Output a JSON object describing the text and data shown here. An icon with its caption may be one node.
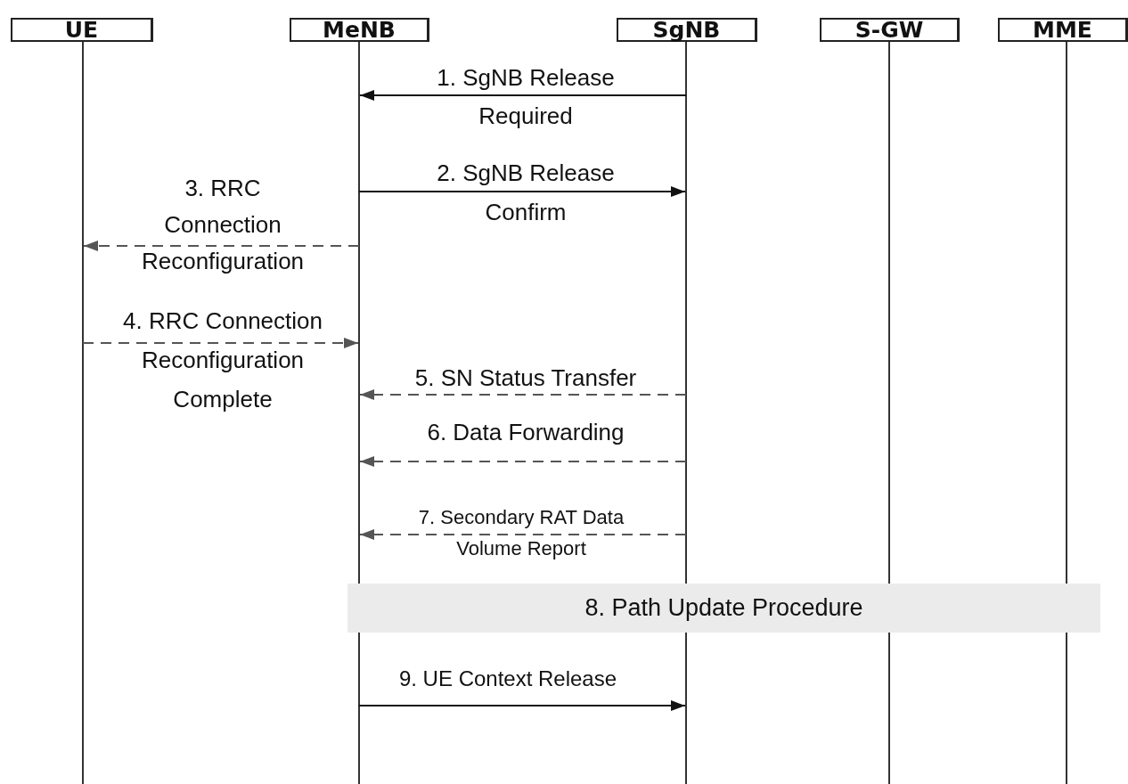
{
  "diagram": {
    "nodes": [
      {
        "text": [
          "UE"
        ]
      },
      {
        "text": [
          "MeNB"
        ]
      },
      {
        "text": [
          "SgNB"
        ]
      },
      {
        "text": [
          "S-GW"
        ]
      },
      {
        "text": [
          "MME"
        ]
      },
      {
        "text": [
          "8. Path Update Procedure"
        ]
      }
    ],
    "edges": [
      {
        "from": 2,
        "to": 1,
        "arrow": "to",
        "label": "1. SgNB Release Required"
      },
      {
        "from": 1,
        "to": 2,
        "arrow": "to",
        "label": "2. SgNB Release Confirm"
      },
      {
        "from": 1,
        "to": 0,
        "arrow": "to",
        "label": "3. RRC Connection Reconfiguration",
        "style": "dashed"
      },
      {
        "from": 0,
        "to": 1,
        "arrow": "to",
        "label": "4. RRC Connection Reconfiguration Complete",
        "style": "dashed"
      },
      {
        "from": 2,
        "to": 1,
        "arrow": "to",
        "label": "5. SN Status Transfer",
        "style": "dashed"
      },
      {
        "from": 2,
        "to": 1,
        "arrow": "to",
        "label": "6. Data Forwarding",
        "style": "dashed"
      },
      {
        "from": 2,
        "to": 1,
        "arrow": "to",
        "label": "7. Secondary RAT Data Volume Report",
        "style": "dashed"
      },
      {
        "from": 1,
        "to": 2,
        "arrow": "to",
        "label": "9. UE Context Release"
      }
    ]
  }
}
